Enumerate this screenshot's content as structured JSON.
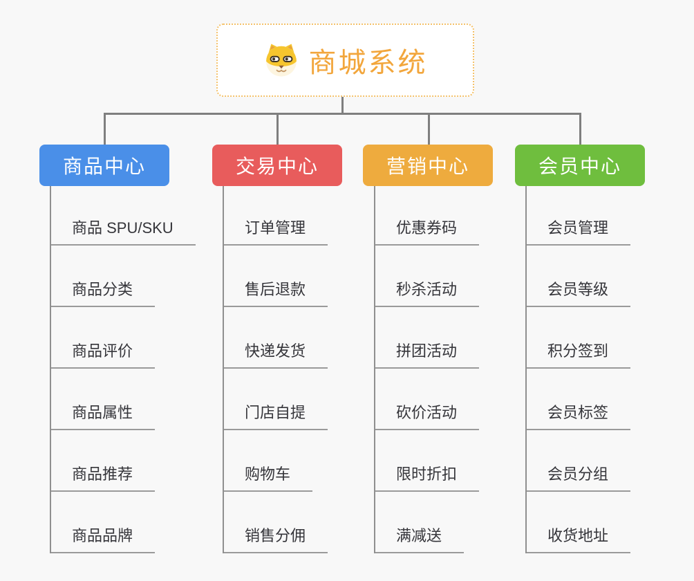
{
  "root": {
    "title": "商城系统",
    "icon": "dog-face-icon",
    "accent_color": "#f2a63c",
    "border_color": "#f4c169"
  },
  "connector_color": "#7f7f7f",
  "branches": [
    {
      "label": "商品中心",
      "color": "#4a8fe8",
      "children": [
        "商品 SPU/SKU",
        "商品分类",
        "商品评价",
        "商品属性",
        "商品推荐",
        "商品品牌"
      ]
    },
    {
      "label": "交易中心",
      "color": "#e85c5c",
      "children": [
        "订单管理",
        "售后退款",
        "快递发货",
        "门店自提",
        "购物车",
        "销售分佣"
      ]
    },
    {
      "label": "营销中心",
      "color": "#eeab3e",
      "children": [
        "优惠券码",
        "秒杀活动",
        "拼团活动",
        "砍价活动",
        "限时折扣",
        "满减送"
      ]
    },
    {
      "label": "会员中心",
      "color": "#6fbe3e",
      "children": [
        "会员管理",
        "会员等级",
        "积分签到",
        "会员标签",
        "会员分组",
        "收货地址"
      ]
    }
  ]
}
